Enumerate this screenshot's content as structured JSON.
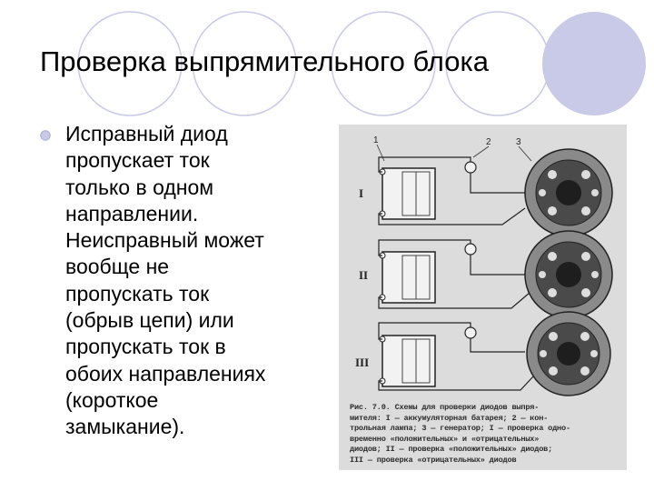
{
  "slide": {
    "title": "Проверка выпрямительного блока",
    "body": "Исправный диод\nпропускает ток\nтолько в одном\nнаправлении.\nНеисправный может\nвообще не\nпропускать ток\n(обрыв цепи) или\nпропускать ток в\nобоих направлениях\n(короткое\nзамыкание).",
    "accent_color": "#c8c8e6"
  },
  "figure": {
    "callouts": [
      "1",
      "2",
      "3"
    ],
    "circuits": [
      {
        "roman": "I"
      },
      {
        "roman": "II"
      },
      {
        "roman": "III"
      }
    ],
    "caption": "Рис. 7.0. Схемы для проверки диодов выпря-\nмителя: I — аккумуляторная батарея; 2 — кон-\nтрольная лампа; 3 — генератор; I — проверка одно-\nвременно «положительных» и «отрицательных»\nдиодов; II — проверка «положительных» диодов;\nIII — проверка «отрицательных» диодов"
  }
}
